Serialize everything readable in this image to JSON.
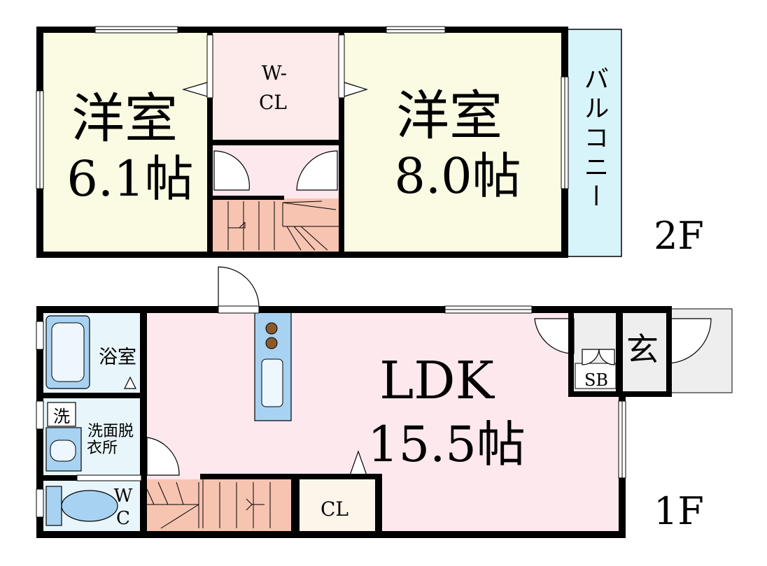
{
  "floors": {
    "second": {
      "label": "2F",
      "rooms": {
        "western_left": {
          "name": "洋室",
          "size": "6.1帖"
        },
        "walk_in_closet": {
          "line1": "W-",
          "line2": "CL"
        },
        "western_right": {
          "name": "洋室",
          "size": "8.0帖"
        },
        "balcony": {
          "name": "バルコニー"
        }
      }
    },
    "first": {
      "label": "1F",
      "rooms": {
        "ldk": {
          "name": "LDK",
          "size": "15.5帖"
        },
        "bathroom": {
          "name": "浴室"
        },
        "washroom": {
          "line1": "洗面脱",
          "line2": "衣所",
          "washer": "洗"
        },
        "toilet": {
          "line1": "W",
          "line2": "C"
        },
        "closet": {
          "name": "CL"
        },
        "entrance": {
          "name": "玄"
        },
        "shoe_box": {
          "name": "SB"
        }
      }
    }
  },
  "colors": {
    "wall": "#000000",
    "western_room": "#fbfbe3",
    "ldk_floor": "#fde8ee",
    "hall_floor": "#fde8ee",
    "stairs": "#f7c4b2",
    "water_area": "#e8f6fb",
    "fixture": "#a8d2f2",
    "balcony": "#d8f4fb",
    "entrance_floor": "#eeeeee",
    "stove": "#8b5a2b"
  }
}
